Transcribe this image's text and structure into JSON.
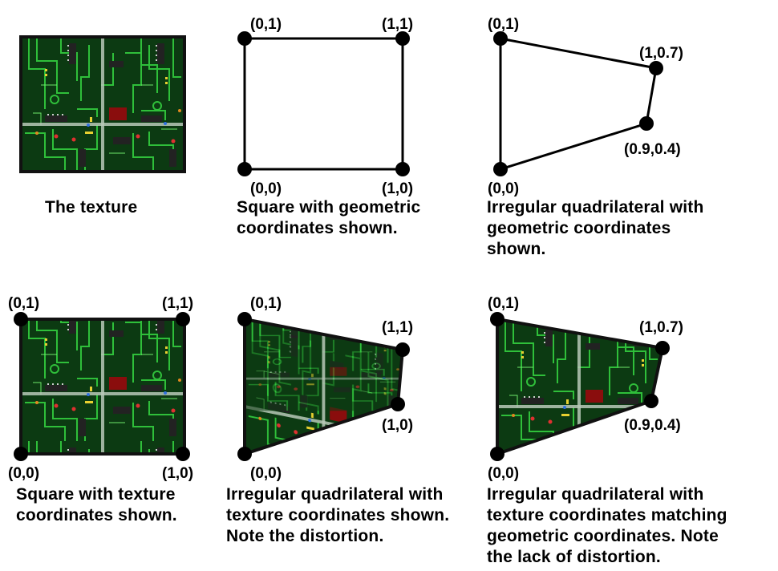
{
  "panels": {
    "texture": {
      "caption": [
        "The texture"
      ]
    },
    "square_geometric": {
      "caption": [
        "Square with geometric",
        "coordinates shown."
      ],
      "labels": {
        "top_left": "(0,1)",
        "top_right": "(1,1)",
        "bottom_left": "(0,0)",
        "bottom_right": "(1,0)"
      }
    },
    "irregular_geometric": {
      "caption": [
        "Irregular quadrilateral with",
        "geometric coordinates",
        "shown."
      ],
      "labels": {
        "top_left": "(0,1)",
        "top_right": "(1,0.7)",
        "bottom_right": "(0.9,0.4)",
        "bottom_left": "(0,0)"
      }
    },
    "square_texture": {
      "caption": [
        "Square with texture",
        "coordinates shown."
      ],
      "labels": {
        "top_left": "(0,1)",
        "top_right": "(1,1)",
        "bottom_left": "(0,0)",
        "bottom_right": "(1,0)"
      }
    },
    "irregular_texture_distorted": {
      "caption": [
        "Irregular quadrilateral with",
        "texture coordinates shown.",
        "Note the distortion."
      ],
      "labels": {
        "top_left": "(0,1)",
        "top_right": "(1,1)",
        "bottom_right": "(1,0)",
        "bottom_left": "(0,0)"
      }
    },
    "irregular_texture_matching": {
      "caption": [
        "Irregular quadrilateral with",
        "texture coordinates matching",
        "geometric coordinates. Note",
        "the lack of distortion."
      ],
      "labels": {
        "top_left": "(0,1)",
        "top_right": "(1,0.7)",
        "bottom_right": "(0.9,0.4)",
        "bottom_left": "(0,0)"
      }
    }
  },
  "colors": {
    "board": "#0c3a12",
    "trace": "#2fbf3a",
    "trace_bright": "#6ee86a",
    "bus": "#b8c8b8",
    "chip": "#222222",
    "chip_pins": "#cfcfcf",
    "component_red": "#8a0d0d",
    "component_yellow": "#e8d030",
    "border": "#111111",
    "vertex": "#000000"
  }
}
